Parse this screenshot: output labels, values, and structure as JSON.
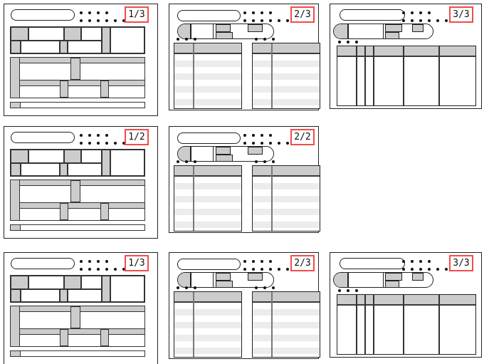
{
  "diagram": {
    "panels": [
      {
        "label": "1/3",
        "type": "blocks-screen"
      },
      {
        "label": "2/3",
        "type": "two-tables-screen"
      },
      {
        "label": "3/3",
        "type": "wide-table-screen"
      },
      {
        "label": "1/2",
        "type": "blocks-screen"
      },
      {
        "label": "2/2",
        "type": "two-tables-screen"
      },
      {
        "label": "1/3",
        "type": "blocks-screen"
      },
      {
        "label": "2/3",
        "type": "two-tables-screen"
      },
      {
        "label": "3/3",
        "type": "wide-table-screen"
      }
    ],
    "colors": {
      "indicator_red": "#f34b4b",
      "block_gray": "#cccccc",
      "stripe_gray": "#ececec",
      "line_dark": "#333333"
    }
  }
}
